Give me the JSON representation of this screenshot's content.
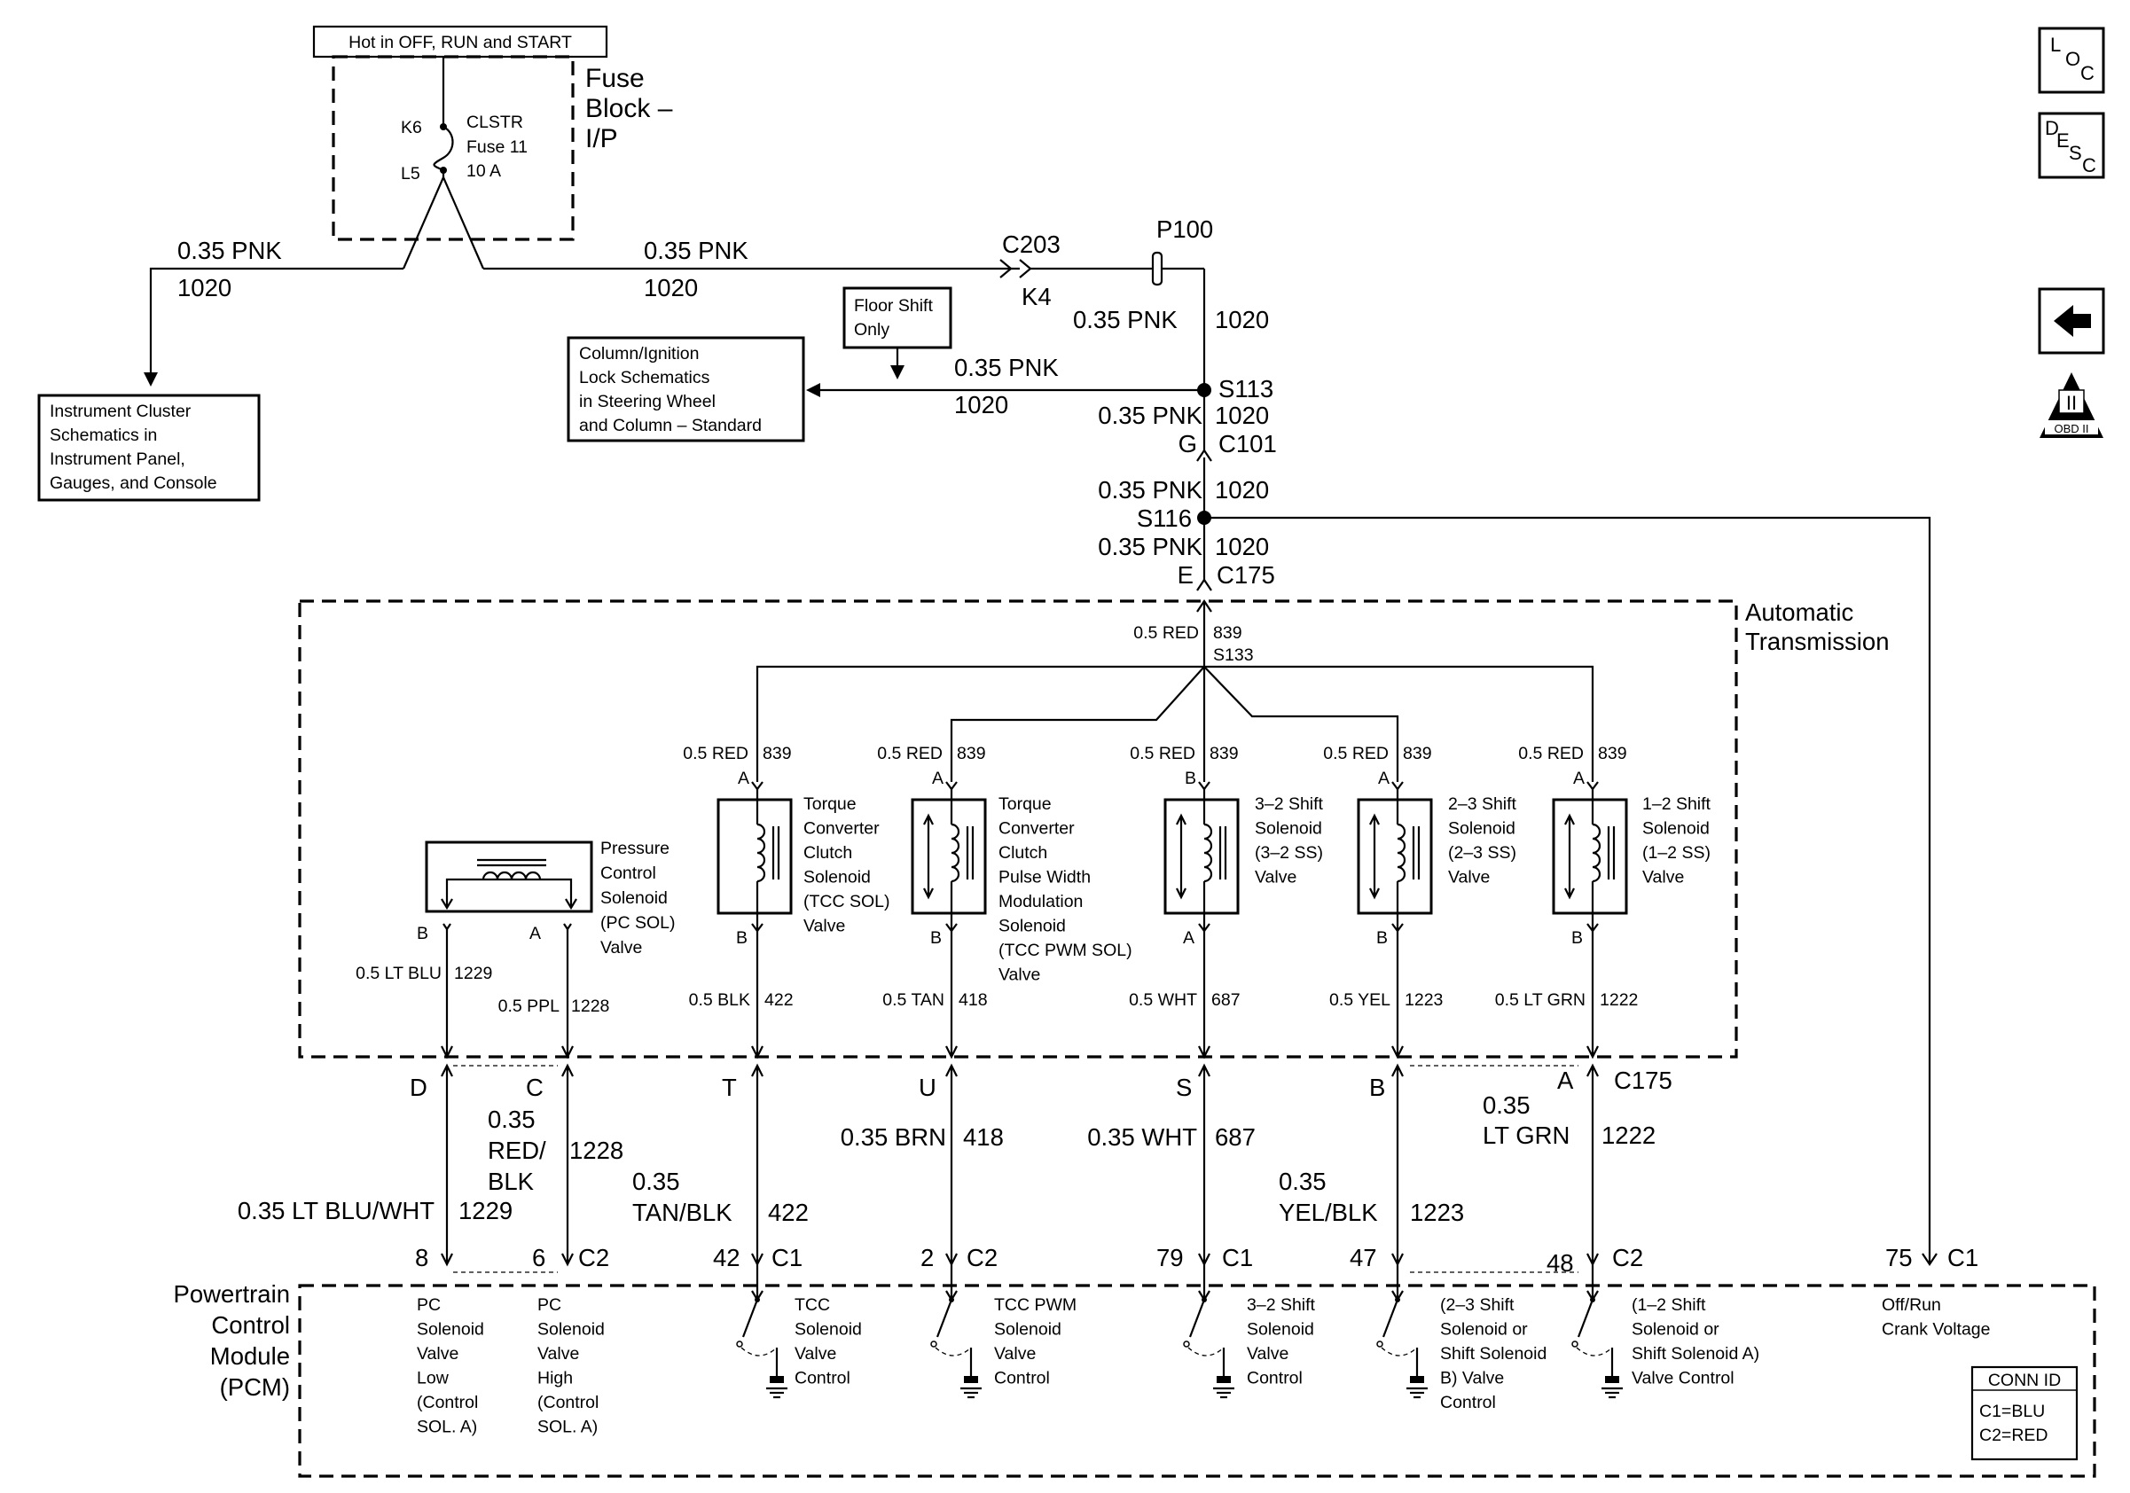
{
  "top": {
    "hot_label": "Hot in OFF, RUN and START",
    "fuse_block_line1": "Fuse",
    "fuse_block_line2": "Block –",
    "fuse_block_line3": "I/P",
    "fuse_name": "CLSTR",
    "fuse_number": "Fuse 11",
    "fuse_rating": "10 A",
    "fuse_pin_in": "K6",
    "fuse_pin_out": "L5"
  },
  "side_icons": {
    "loc": {
      "l": "L",
      "o": "O",
      "c": "C"
    },
    "desc": {
      "d": "D",
      "e": "E",
      "s": "S",
      "c": "C"
    },
    "obd_roman": "II",
    "obd_text": "OBD II"
  },
  "wires": {
    "left_color": "0.35 PNK",
    "left_circuit": "1020",
    "mid_color": "0.35 PNK",
    "mid_circuit": "1020",
    "c203": "C203",
    "k4": "K4",
    "p100": "P100",
    "after_p100_color": "0.35 PNK",
    "after_p100_circuit": "1020",
    "col_color": "0.35 PNK",
    "col_circuit": "1020",
    "s113": "S113",
    "s113_color": "0.35 PNK",
    "s113_circuit": "1020",
    "g": "G",
    "c101": "C101",
    "c101_color": "0.35 PNK",
    "c101_circuit": "1020",
    "s116": "S116",
    "s116_color": "0.35 PNK",
    "s116_circuit": "1020",
    "e": "E",
    "c175_top": "C175"
  },
  "refs": {
    "instrument_cluster": [
      "Instrument Cluster",
      "Schematics in",
      "Instrument Panel,",
      "Gauges, and Console"
    ],
    "column_ignition": [
      "Column/Ignition",
      "Lock Schematics",
      "in Steering Wheel",
      "and Column – Standard"
    ],
    "floor_shift": [
      "Floor Shift",
      "Only"
    ]
  },
  "transmission": {
    "label_line1": "Automatic",
    "label_line2": "Transmission",
    "feed_color": "0.5 RED",
    "feed_circuit": "839",
    "splice": "S133",
    "pc": {
      "name": [
        "Pressure",
        "Control",
        "Solenoid",
        "(PC SOL)",
        "Valve"
      ],
      "pin_b": "B",
      "pin_a": "A",
      "b_color": "0.5 LT BLU",
      "b_circuit": "1229",
      "a_color": "0.5 PPL",
      "a_circuit": "1228"
    },
    "solenoids": [
      {
        "feed_color": "0.5 RED",
        "feed_circuit": "839",
        "pin_top": "A",
        "pin_bottom": "B",
        "name": [
          "Torque",
          "Converter",
          "Clutch",
          "Solenoid",
          "(TCC SOL)",
          "Valve"
        ],
        "out_color": "0.5 BLK",
        "out_circuit": "422"
      },
      {
        "feed_color": "0.5 RED",
        "feed_circuit": "839",
        "pin_top": "A",
        "pin_bottom": "B",
        "name": [
          "Torque",
          "Converter",
          "Clutch",
          "Pulse Width",
          "Modulation",
          "Solenoid",
          "(TCC PWM SOL)",
          "Valve"
        ],
        "out_color": "0.5 TAN",
        "out_circuit": "418"
      },
      {
        "feed_color": "0.5 RED",
        "feed_circuit": "839",
        "pin_top": "B",
        "pin_bottom": "A",
        "name": [
          "3–2 Shift",
          "Solenoid",
          "(3–2 SS)",
          "Valve"
        ],
        "out_color": "0.5 WHT",
        "out_circuit": "687"
      },
      {
        "feed_color": "0.5 RED",
        "feed_circuit": "839",
        "pin_top": "A",
        "pin_bottom": "B",
        "name": [
          "2–3 Shift",
          "Solenoid",
          "(2–3 SS)",
          "Valve"
        ],
        "out_color": "0.5 YEL",
        "out_circuit": "1223"
      },
      {
        "feed_color": "0.5 RED",
        "feed_circuit": "839",
        "pin_top": "A",
        "pin_bottom": "B",
        "name": [
          "1–2 Shift",
          "Solenoid",
          "(1–2 SS)",
          "Valve"
        ],
        "out_color": "0.5 LT GRN",
        "out_circuit": "1222"
      }
    ]
  },
  "harness": {
    "c175_label": "C175",
    "pins": [
      "D",
      "C",
      "T",
      "U",
      "S",
      "B",
      "A"
    ],
    "wire_d": {
      "color": "0.35 LT BLU/WHT",
      "circuit": "1229"
    },
    "wire_c": {
      "color_l1": "0.35",
      "color_l2": "RED/",
      "color_l3": "BLK",
      "circuit": "1228"
    },
    "wire_t": {
      "color_l1": "0.35",
      "color_l2": "TAN/BLK",
      "circuit": "422"
    },
    "wire_u": {
      "color": "0.35 BRN",
      "circuit": "418"
    },
    "wire_s": {
      "color": "0.35 WHT",
      "circuit": "687"
    },
    "wire_b": {
      "color_l1": "0.35",
      "color_l2": "YEL/BLK",
      "circuit": "1223"
    },
    "wire_a": {
      "color_l1": "0.35",
      "color_l2": "LT GRN",
      "circuit": "1222"
    }
  },
  "pcm": {
    "label": [
      "Powertrain",
      "Control",
      "Module",
      "(PCM)"
    ],
    "pins": [
      {
        "num": "8",
        "conn": ""
      },
      {
        "num": "6",
        "conn": "C2"
      },
      {
        "num": "42",
        "conn": "C1"
      },
      {
        "num": "2",
        "conn": "C2"
      },
      {
        "num": "79",
        "conn": "C1"
      },
      {
        "num": "47",
        "conn": ""
      },
      {
        "num": "48",
        "conn": "C2"
      },
      {
        "num": "75",
        "conn": "C1"
      }
    ],
    "desc": {
      "pc_low": [
        "PC",
        "Solenoid",
        "Valve",
        "Low",
        "(Control",
        "SOL. A)"
      ],
      "pc_high": [
        "PC",
        "Solenoid",
        "Valve",
        "High",
        "(Control",
        "SOL. A)"
      ],
      "tcc": [
        "TCC",
        "Solenoid",
        "Valve",
        "Control"
      ],
      "tcc_pwm": [
        "TCC PWM",
        "Solenoid",
        "Valve",
        "Control"
      ],
      "ss32": [
        "3–2 Shift",
        "Solenoid",
        "Valve",
        "Control"
      ],
      "ss23": [
        "(2–3 Shift",
        "Solenoid or",
        "Shift Solenoid",
        "B) Valve",
        "Control"
      ],
      "ss12": [
        "(1–2 Shift",
        "Solenoid or",
        "Shift Solenoid A)",
        "Valve Control"
      ],
      "crank": [
        "Off/Run",
        "Crank Voltage"
      ]
    },
    "conn_id": {
      "title": "CONN ID",
      "c1": "C1=BLU",
      "c2": "C2=RED"
    }
  }
}
